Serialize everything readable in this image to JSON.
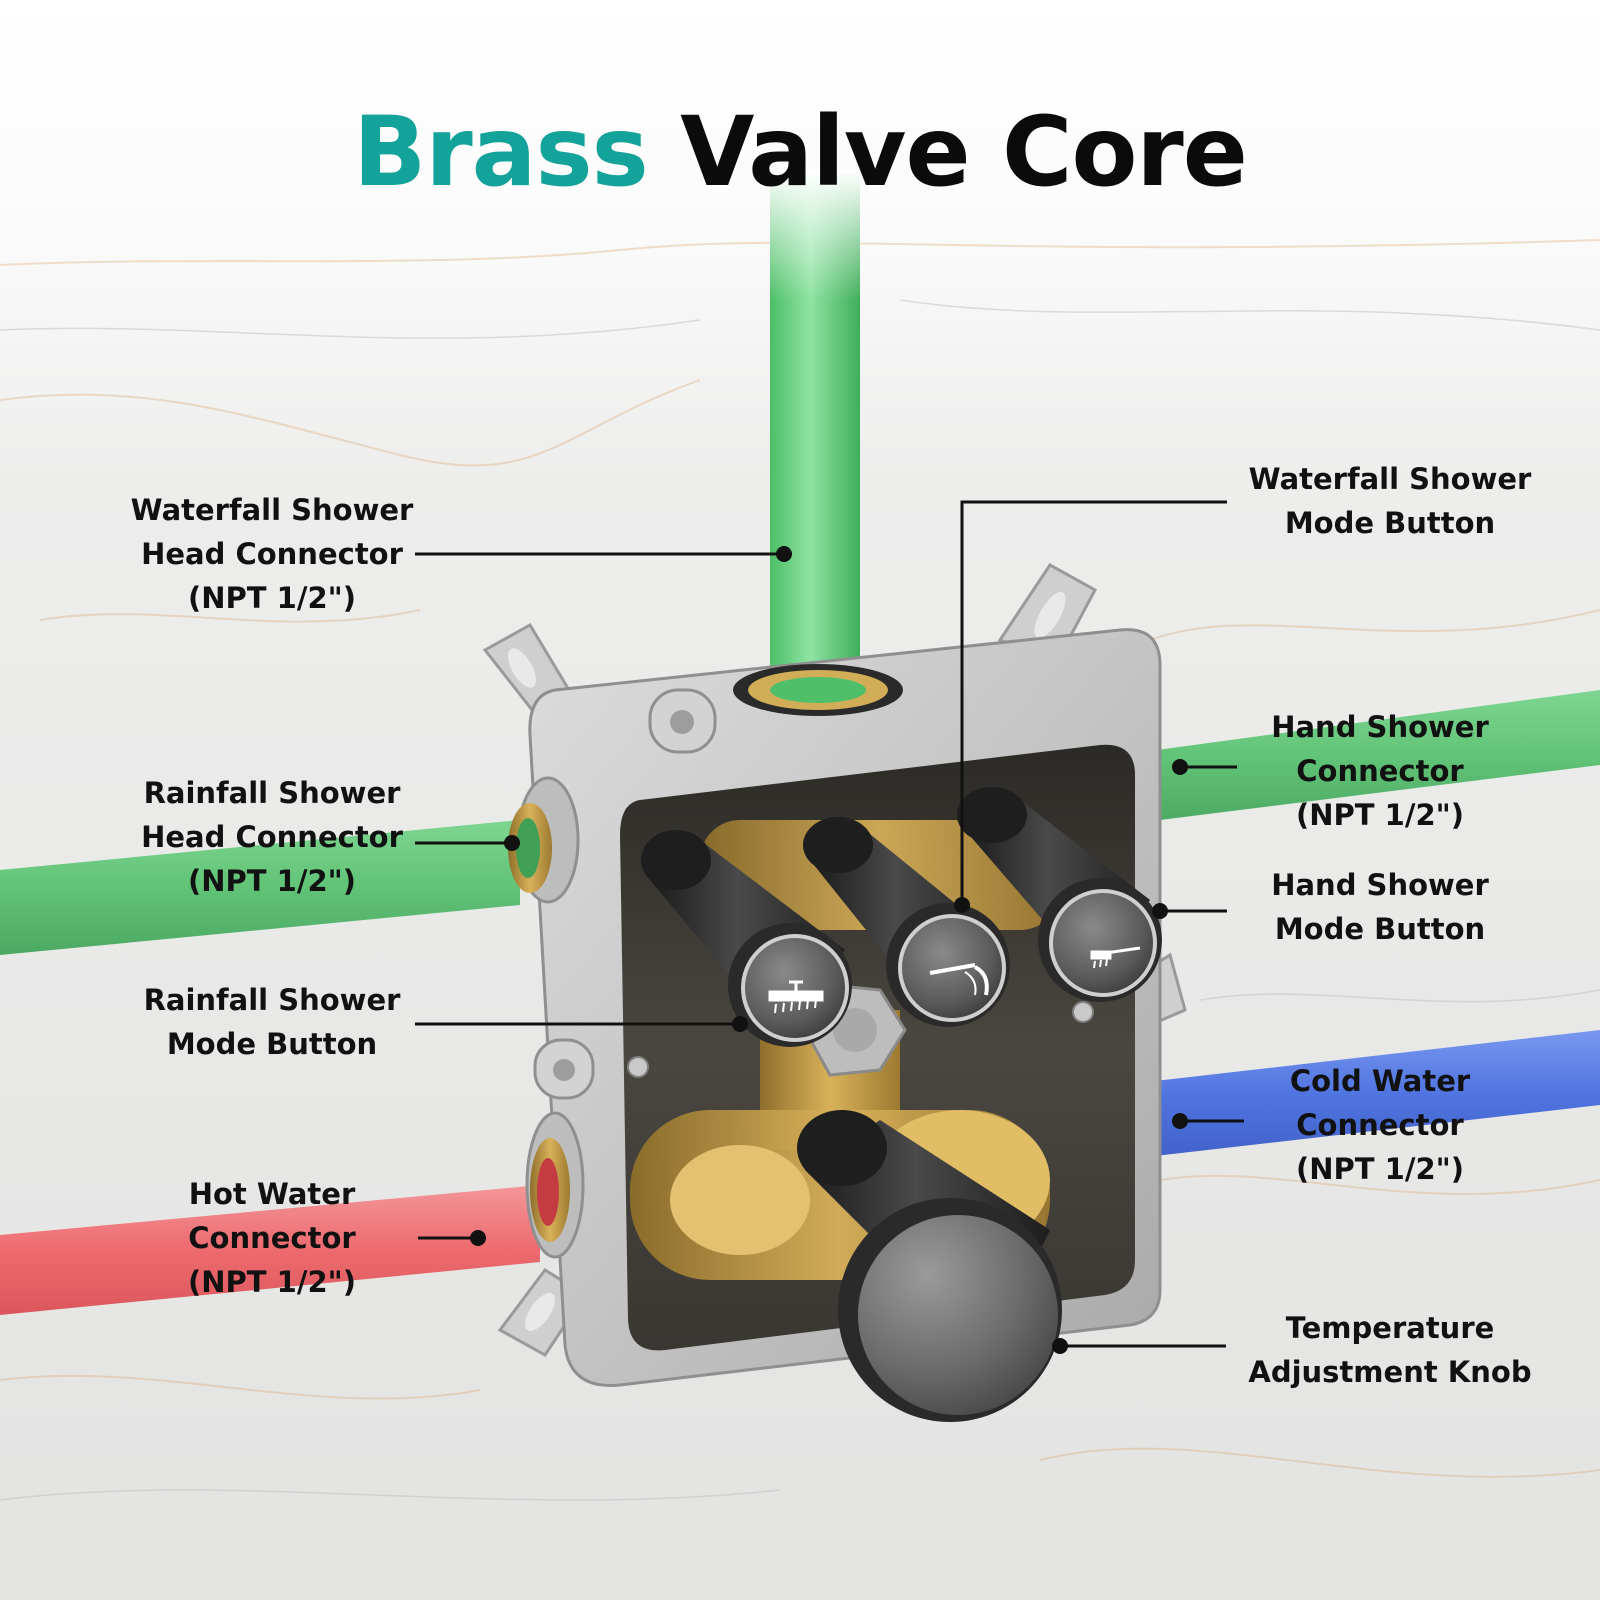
{
  "title": {
    "accent": "Brass",
    "rest": "Valve Core"
  },
  "colors": {
    "accent": "#13a39a",
    "pipe_green": "#5fcf78",
    "pipe_red": "#ee5a5f",
    "pipe_blue": "#3f67e0",
    "brass": "#b8923a",
    "housing": "#c9c9c9"
  },
  "callouts": {
    "waterfall_connector": [
      "Waterfall Shower",
      "Head Connector",
      "(NPT 1/2\")"
    ],
    "rainfall_connector": [
      "Rainfall Shower",
      "Head Connector",
      "(NPT 1/2\")"
    ],
    "rainfall_button": [
      "Rainfall Shower",
      "Mode Button"
    ],
    "hot_water": [
      "Hot Water",
      "Connector",
      "(NPT 1/2\")"
    ],
    "waterfall_button": [
      "Waterfall Shower",
      "Mode Button"
    ],
    "hand_connector": [
      "Hand Shower",
      "Connector",
      "(NPT 1/2\")"
    ],
    "hand_button": [
      "Hand Shower",
      "Mode Button"
    ],
    "cold_water": [
      "Cold Water",
      "Connector",
      "(NPT 1/2\")"
    ],
    "temperature_knob": [
      "Temperature",
      "Adjustment Knob"
    ]
  },
  "icons": [
    "rainfall-head-icon",
    "waterfall-spout-icon",
    "hand-shower-icon"
  ]
}
